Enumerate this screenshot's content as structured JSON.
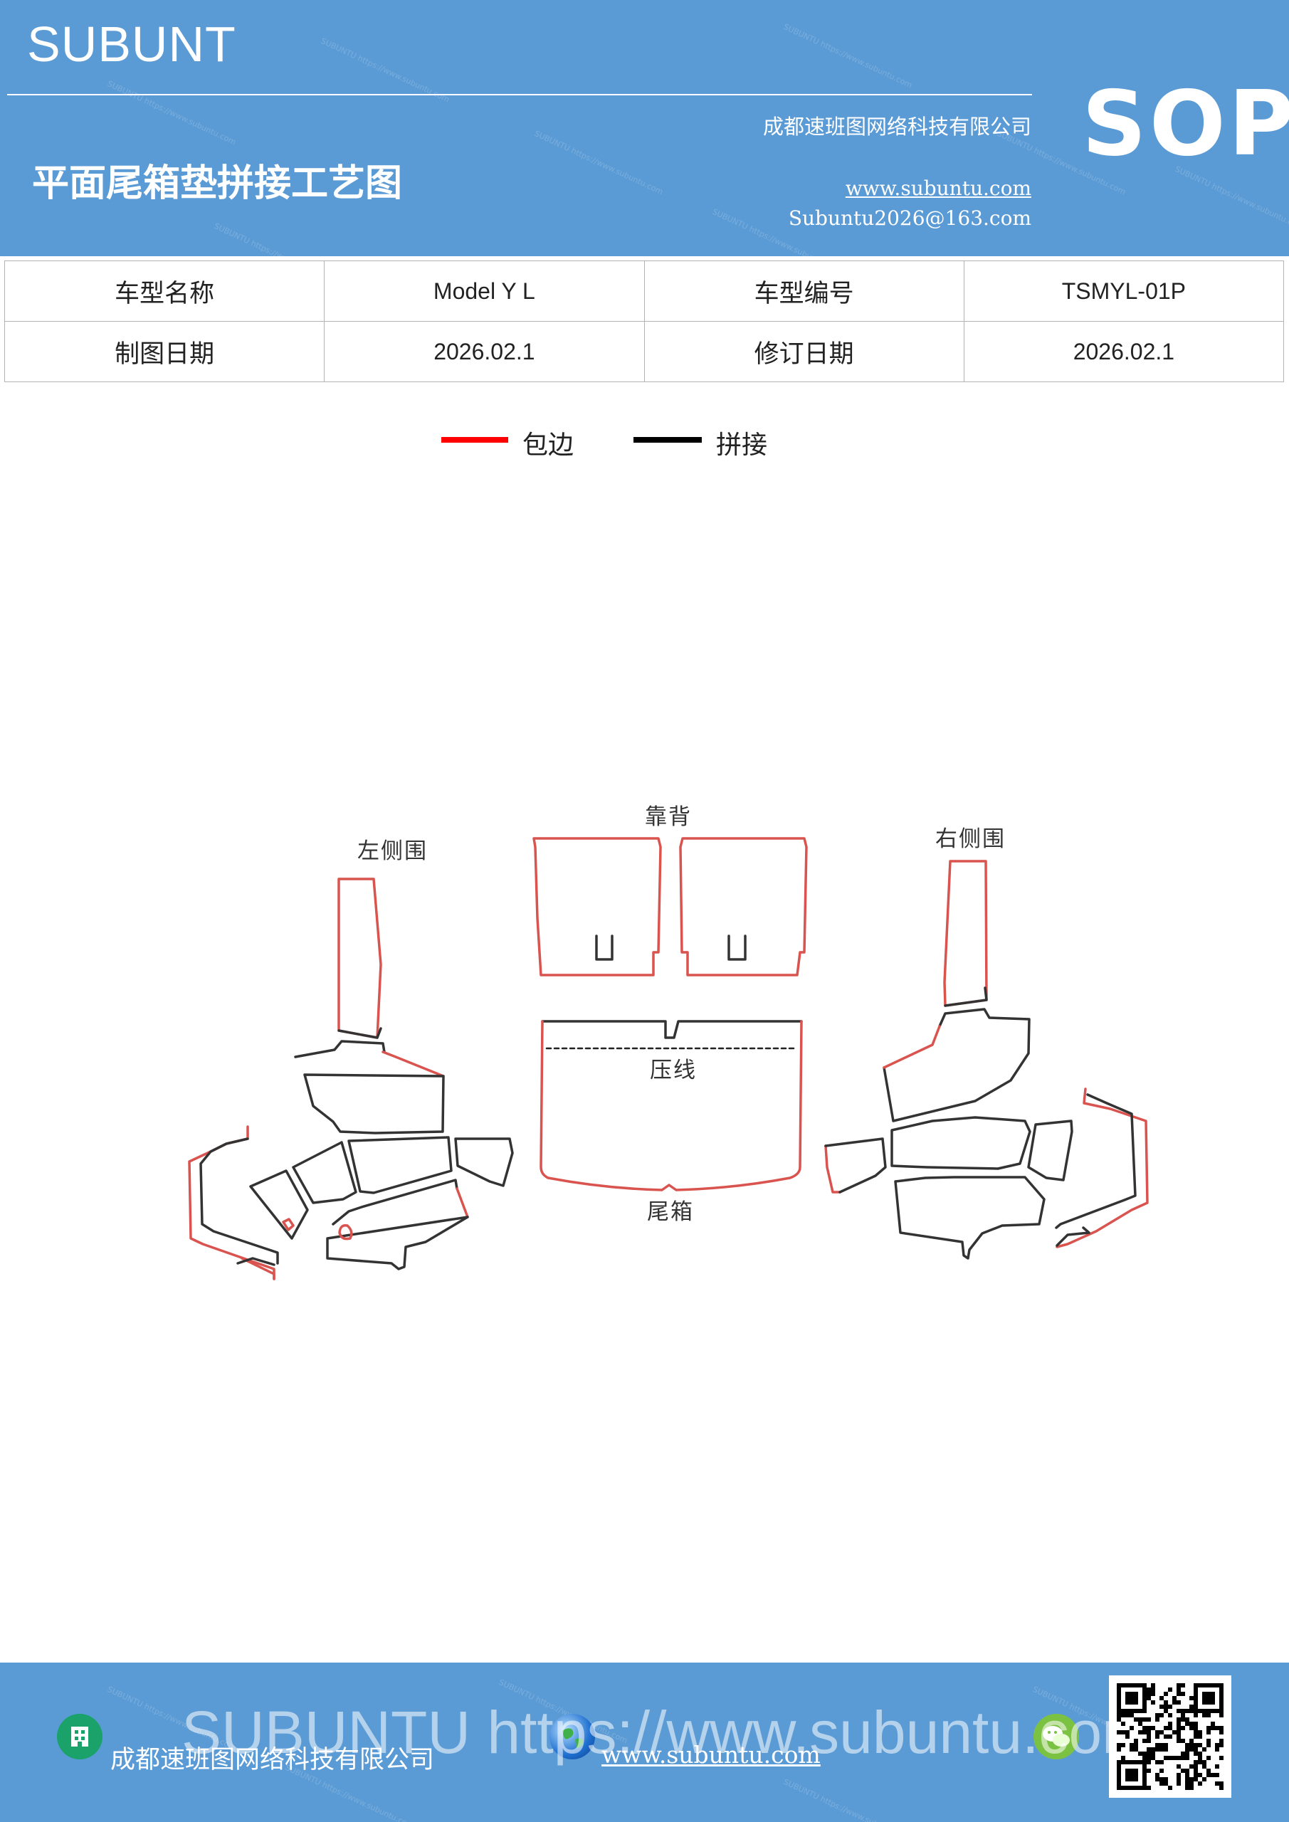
{
  "header": {
    "brand": "SUBUNT",
    "title": "平面尾箱垫拼接工艺图",
    "company": "成都速班图网络科技有限公司",
    "url": "www.subuntu.com",
    "email": "Subuntu2026@163.com",
    "badge": "SOP"
  },
  "info_table": {
    "rows": [
      [
        "车型名称",
        "Model  Y  L",
        "车型编号",
        "TSMYL-01P"
      ],
      [
        "制图日期",
        "2026.02.1",
        "修订日期",
        "2026.02.1"
      ]
    ]
  },
  "legend": {
    "items": [
      {
        "label": "包边",
        "color": "#ff0000"
      },
      {
        "label": "拼接",
        "color": "#000000"
      }
    ]
  },
  "diagram": {
    "labels": {
      "left_side": "左侧围",
      "backrest": "靠背",
      "right_side": "右侧围",
      "crease": "压线",
      "trunk": "尾箱"
    },
    "colors": {
      "edge": "#d9534f",
      "seam": "#333333"
    }
  },
  "footer": {
    "company": "成都速班图网络科技有限公司",
    "url": "www.subuntu.com",
    "watermark": "SUBUNTU https://www.subuntu.com"
  }
}
